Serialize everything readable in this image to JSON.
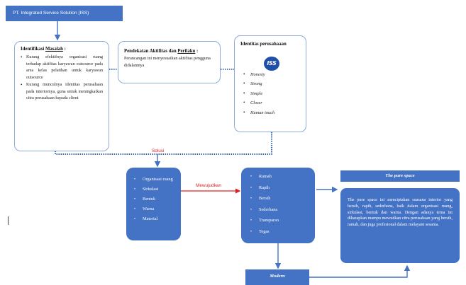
{
  "title": "PT. Integrated Service Solution (ISS)",
  "identifikasi": {
    "heading_prefix": "Identifikasi ",
    "heading_underlined": "Masalah",
    "heading_suffix": " :",
    "bullets": [
      "Kurang efektifnya organisasi ruang terhadap aktifitas karyawan outsource pada area kelas pelatihan untuk karyawan outsource",
      "Kurang munculnya identitas perusahaan pada interiornya, guna untuk meningkatkan citra perusahaan kepada client"
    ]
  },
  "pendekatan": {
    "heading_prefix": "Pendekatan Aktifitas dan ",
    "heading_underlined": "Perilaku",
    "heading_suffix": " :",
    "body": "Perancangan ini menyesuaikan aktifitas pengguna didalamnya"
  },
  "identitas": {
    "heading": "Identitas perusahaaan",
    "logo_text": "ISS",
    "items": [
      "Honesty",
      "Strong",
      "Simple",
      "Closer",
      "Human touch"
    ]
  },
  "solusi_label": "Solusi",
  "mewujudkan_label": "Mewujudkan",
  "elements_box": {
    "items": [
      "Organisasi ruang",
      "Sirkulasi",
      "Bentuk",
      "Warna",
      "Material"
    ]
  },
  "qualities_box": {
    "items": [
      "Ramah",
      "Rapih",
      "Bersih",
      "Sederhana",
      "Transparan",
      "Tegas"
    ]
  },
  "pure_space": {
    "title": "The pure space",
    "body": "The pure space ini menciptakan suasana interior yang bersih, rapih, sederhana, baik dalam organisasi ruang, sirkulasi, bentuk dan warna. Dengan adanya tema ini diharapkan mampu mewudkan citra perusahaan yang bersih, ramah, dan juga profesional dalam melayani sesama."
  },
  "modern_label": "Modern",
  "colors": {
    "primary_blue": "#4472c4",
    "outline_blue": "#8faadc",
    "accent_red": "#e02020",
    "dotted_line": "#1f4fa8"
  }
}
